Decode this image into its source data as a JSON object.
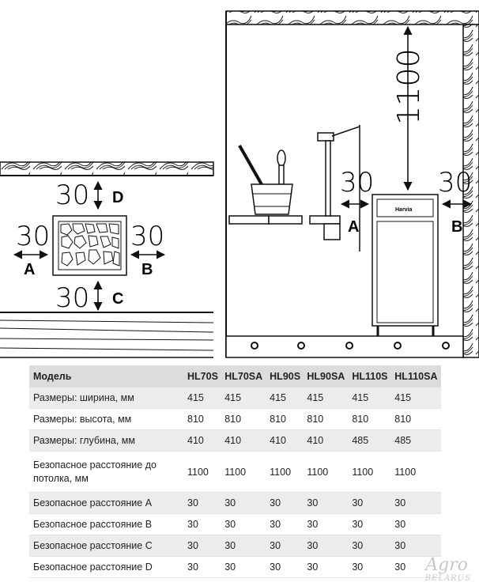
{
  "diagram": {
    "top_view": {
      "dim_top": "30",
      "dim_bottom": "30",
      "dim_left": "30",
      "dim_right": "30",
      "label_top": "D",
      "label_bottom": "C",
      "label_left": "A",
      "label_right": "B"
    },
    "side_view": {
      "ceiling_distance": "1100",
      "dim_left": "30",
      "dim_right": "30",
      "label_left": "A",
      "label_right": "B",
      "heater_brand": "Harvia"
    }
  },
  "table": {
    "header": [
      "Модель",
      "HL70S",
      "HL70SA",
      "HL90S",
      "HL90SA",
      "HL110S",
      "HL110SA"
    ],
    "rows": [
      {
        "label": "Размеры: ширина, мм",
        "values": [
          "415",
          "415",
          "415",
          "415",
          "415",
          "415"
        ]
      },
      {
        "label": "Размеры: высота, мм",
        "values": [
          "810",
          "810",
          "810",
          "810",
          "810",
          "810"
        ]
      },
      {
        "label": "Размеры: глубина, мм",
        "values": [
          "410",
          "410",
          "410",
          "410",
          "485",
          "485"
        ]
      },
      {
        "label": "Безопасное расстояние до потолка, мм",
        "values": [
          "1100",
          "1100",
          "1100",
          "1100",
          "1100",
          "1100"
        ]
      },
      {
        "label": "Безопасное расстояние A",
        "values": [
          "30",
          "30",
          "30",
          "30",
          "30",
          "30"
        ]
      },
      {
        "label": "Безопасное расстояние B",
        "values": [
          "30",
          "30",
          "30",
          "30",
          "30",
          "30"
        ]
      },
      {
        "label": "Безопасное расстояние C",
        "values": [
          "30",
          "30",
          "30",
          "30",
          "30",
          "30"
        ]
      },
      {
        "label": "Безопасное расстояние D",
        "values": [
          "30",
          "30",
          "30",
          "30",
          "30",
          "30"
        ]
      }
    ]
  },
  "watermark": {
    "brand": "Agro",
    "country": "BELARUS"
  }
}
